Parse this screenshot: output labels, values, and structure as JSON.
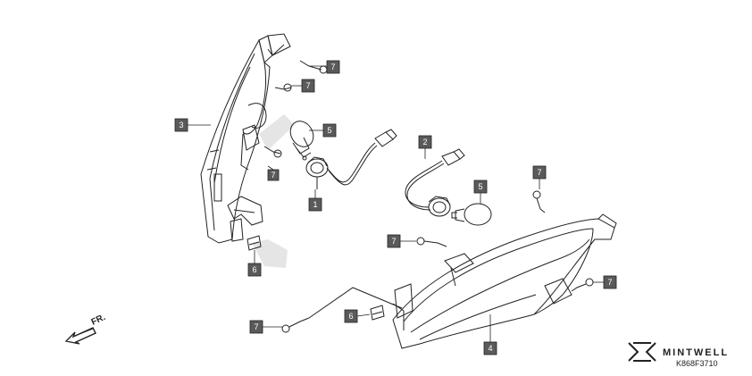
{
  "diagram": {
    "callouts": {
      "c1": "1",
      "c2": "2",
      "c3": "3",
      "c4": "4",
      "c5a": "5",
      "c5b": "5",
      "c6a": "6",
      "c6b": "6",
      "c7a": "7",
      "c7b": "7",
      "c7c": "7",
      "c7d": "7",
      "c7e": "7",
      "c7f": "7",
      "c7g": "7"
    },
    "direction_label": "FR.",
    "diagram_code": "K868F3710"
  },
  "brand": {
    "name": "MINTWELL"
  },
  "colors": {
    "callout_fill": "#5a5a5a",
    "line": "#222222"
  }
}
